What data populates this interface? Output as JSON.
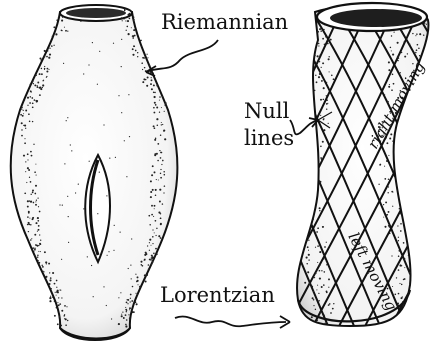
{
  "labels": {
    "riemannian": "Riemannian",
    "null_line1": "Null",
    "null_line2": "lines",
    "lorentzian": "Lorentzian",
    "right_moving": "right moving",
    "left_moving": "left moving"
  }
}
